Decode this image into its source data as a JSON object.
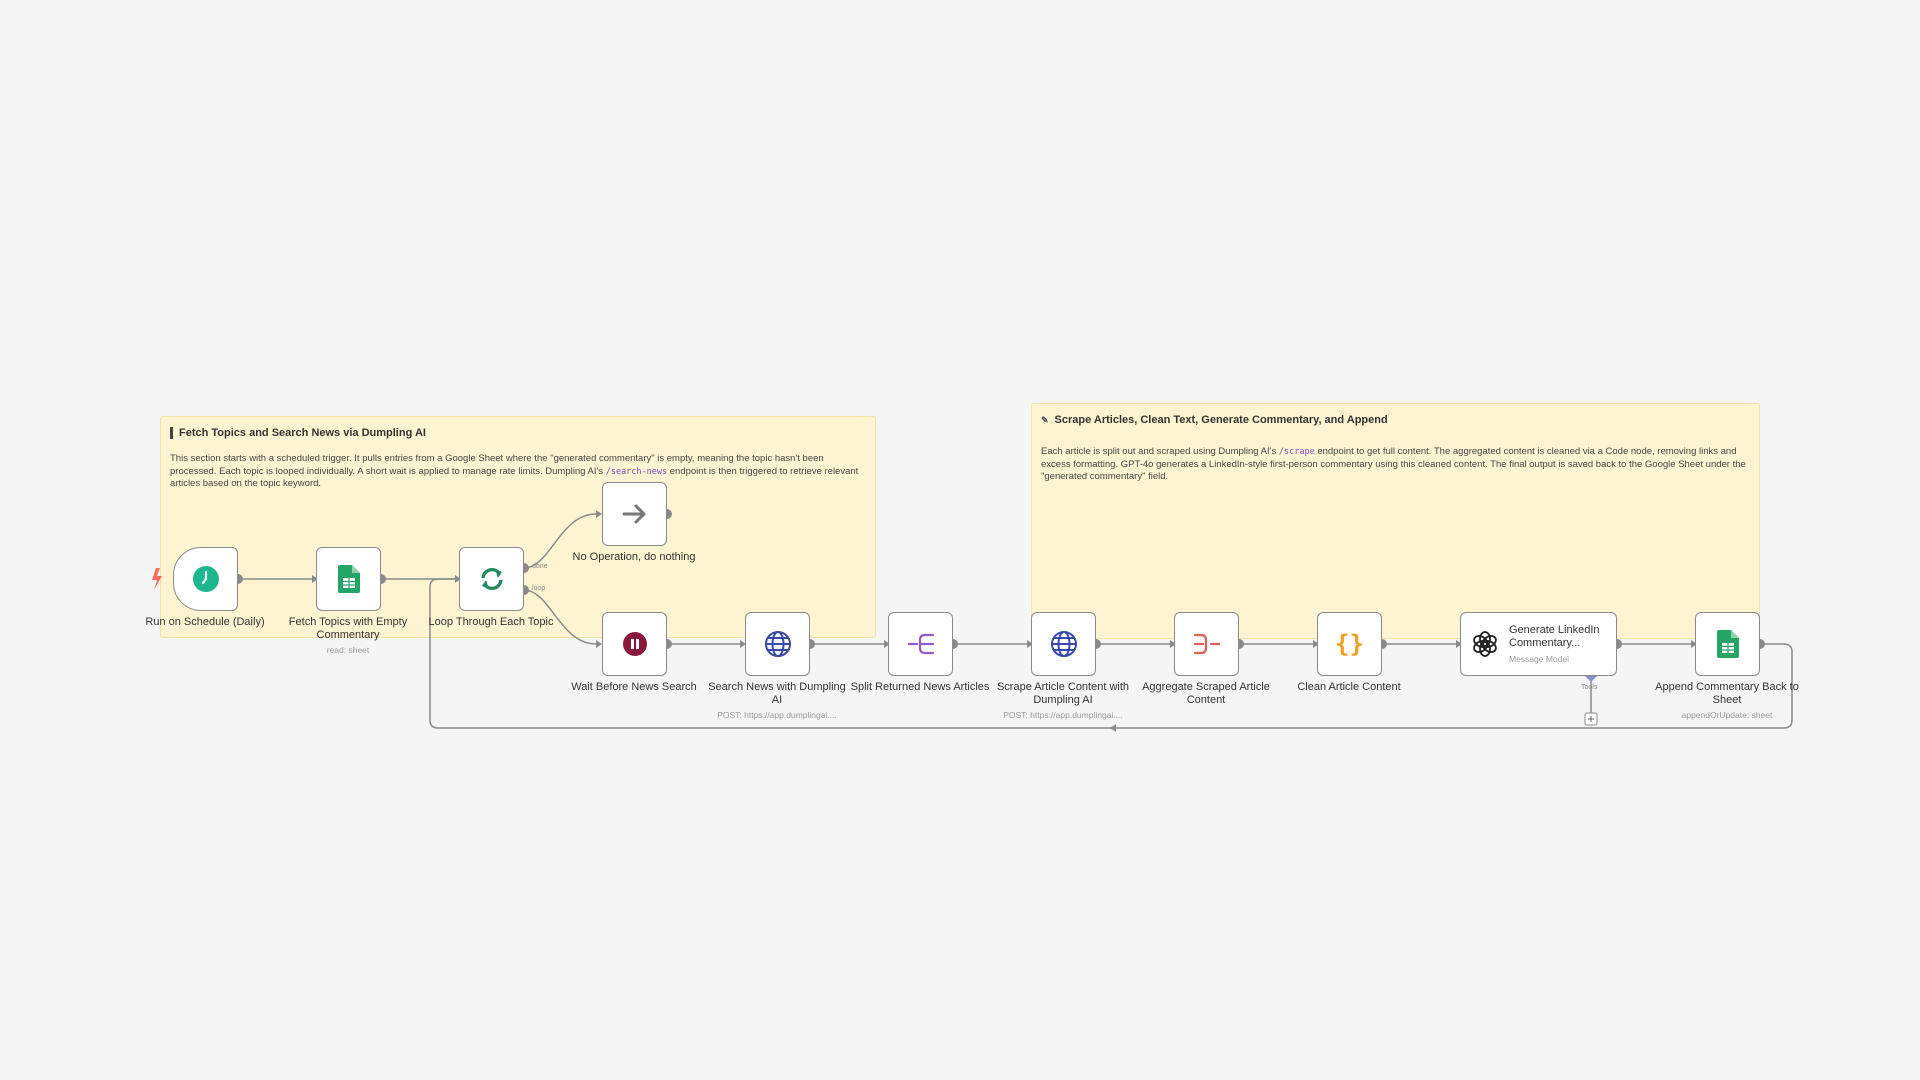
{
  "sticky_notes": [
    {
      "title": "Fetch Topics and Search News via Dumpling AI",
      "body_1": "This section starts with a scheduled trigger. It pulls entries from a Google Sheet where the \"generated commentary\" is empty, meaning the topic hasn't been processed. Each topic is looped individually. A short wait is applied to manage rate limits. Dumpling AI's",
      "body_code": "/search-news",
      "body_2": "endpoint is then triggered to retrieve relevant articles based on the topic keyword."
    },
    {
      "title": "Scrape Articles, Clean Text, Generate Commentary, and Append",
      "body_1": "Each article is split out and scraped using Dumpling AI's",
      "body_code": "/scrape",
      "body_2": "endpoint to get full content. The aggregated content is cleaned via a Code node, removing links and excess formatting. GPT-4o generates a LinkedIn-style first-person commentary using this cleaned content. The final output is saved back to the Google Sheet under the \"generated commentary\" field."
    }
  ],
  "nodes": {
    "schedule": {
      "label": "Run on Schedule (Daily)",
      "sub": "",
      "icon": "clock-icon",
      "color": "#1db68f"
    },
    "fetch_topics": {
      "label": "Fetch Topics with Empty Commentary",
      "sub": "read: sheet",
      "icon": "google-sheets-icon",
      "color": "#23a566"
    },
    "loop": {
      "label": "Loop Through Each Topic",
      "sub": "",
      "icon": "loop-arrows-icon",
      "color": "#1f8c5b"
    },
    "noop": {
      "label": "No Operation, do nothing",
      "sub": "",
      "icon": "arrow-right-icon",
      "color": "#777777"
    },
    "wait": {
      "label": "Wait Before News Search",
      "sub": "",
      "icon": "pause-icon",
      "color": "#8b1a3a"
    },
    "search_news": {
      "label": "Search News with Dumpling AI",
      "sub": "POST: https://app.dumplingai....",
      "icon": "globe-icon",
      "color": "#3949ab"
    },
    "split": {
      "label": "Split Returned News Articles",
      "sub": "",
      "icon": "split-icon",
      "color": "#8e5cd0"
    },
    "scrape": {
      "label": "Scrape Article Content with Dumpling AI",
      "sub": "POST: https://app.dumplingai....",
      "icon": "globe-icon",
      "color": "#3949ab"
    },
    "aggregate": {
      "label": "Aggregate Scraped Article Content",
      "sub": "",
      "icon": "aggregate-icon",
      "color": "#e0605a"
    },
    "clean": {
      "label": "Clean Article Content",
      "sub": "",
      "icon": "code-braces-icon",
      "color": "#f0a020"
    },
    "generate": {
      "label": "Generate LinkedIn Commentary...",
      "sub": "Message Model",
      "icon": "openai-icon",
      "color": "#222222"
    },
    "append": {
      "label": "Append Commentary Back to Sheet",
      "sub": "appendOrUpdate: sheet",
      "icon": "google-sheets-icon",
      "color": "#23a566"
    }
  },
  "port_labels": {
    "done": "done",
    "loop": "loop",
    "tools": "Tools"
  },
  "colors": {
    "canvas": "#f5f5f5",
    "sticky": "#fff4d1",
    "wire": "#8a8a8a",
    "trigger_bolt": "#ff6d5a",
    "tools_diamond": "#8b8bcf"
  }
}
